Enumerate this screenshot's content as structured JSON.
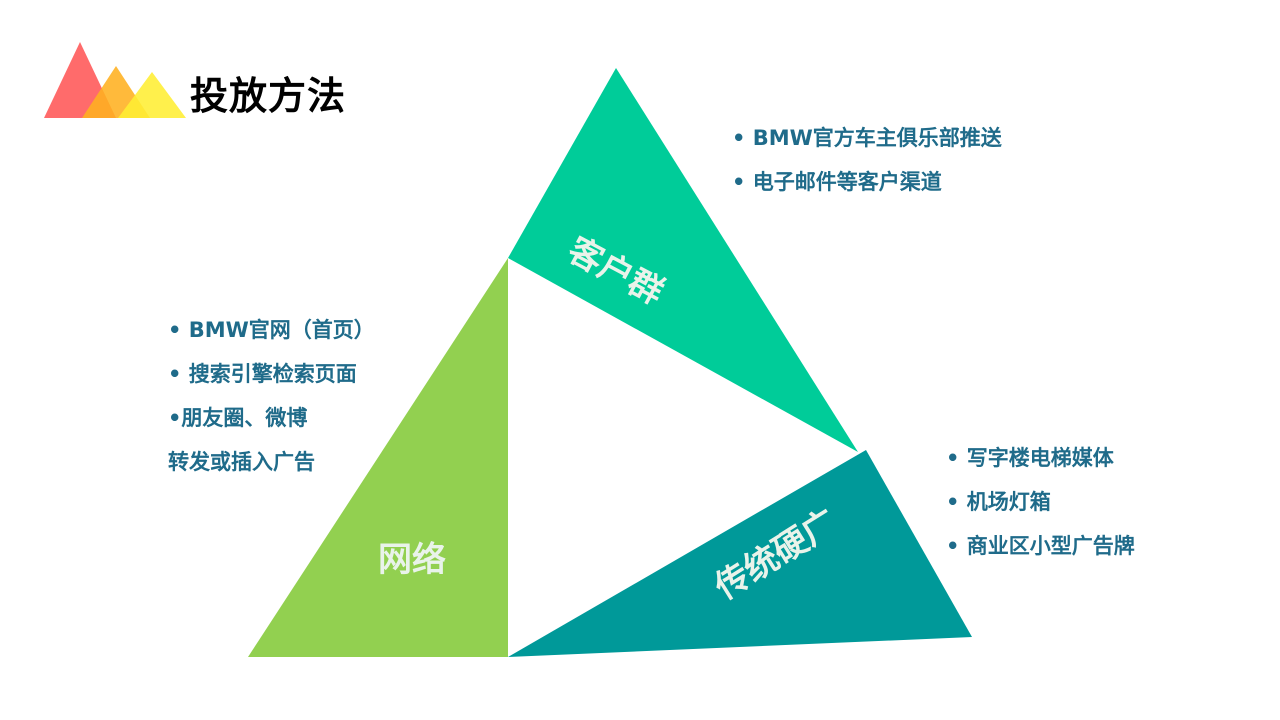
{
  "title": "投放方法",
  "colors": {
    "customer_segment": "#00cc99",
    "network_segment": "#92d050",
    "traditional_segment": "#009999",
    "list_text": "#1f6b8a",
    "segment_label_text": "#e9f3ea",
    "logo_red": "#ff6b6b",
    "logo_orange": "#ffb020",
    "logo_yellow": "#ffee33"
  },
  "segments": {
    "customer": {
      "label": "客户群",
      "items": [
        "• BMW官方车主俱乐部推送",
        "• 电子邮件等客户渠道"
      ]
    },
    "network": {
      "label": "网络",
      "items": [
        "• BMW官网（首页）",
        "• 搜索引擎检索页面",
        "•朋友圈、微博",
        "转发或插入广告"
      ]
    },
    "traditional": {
      "label": "传统硬广",
      "items": [
        "• 写字楼电梯媒体",
        "• 机场灯箱",
        "• 商业区小型广告牌"
      ]
    }
  }
}
